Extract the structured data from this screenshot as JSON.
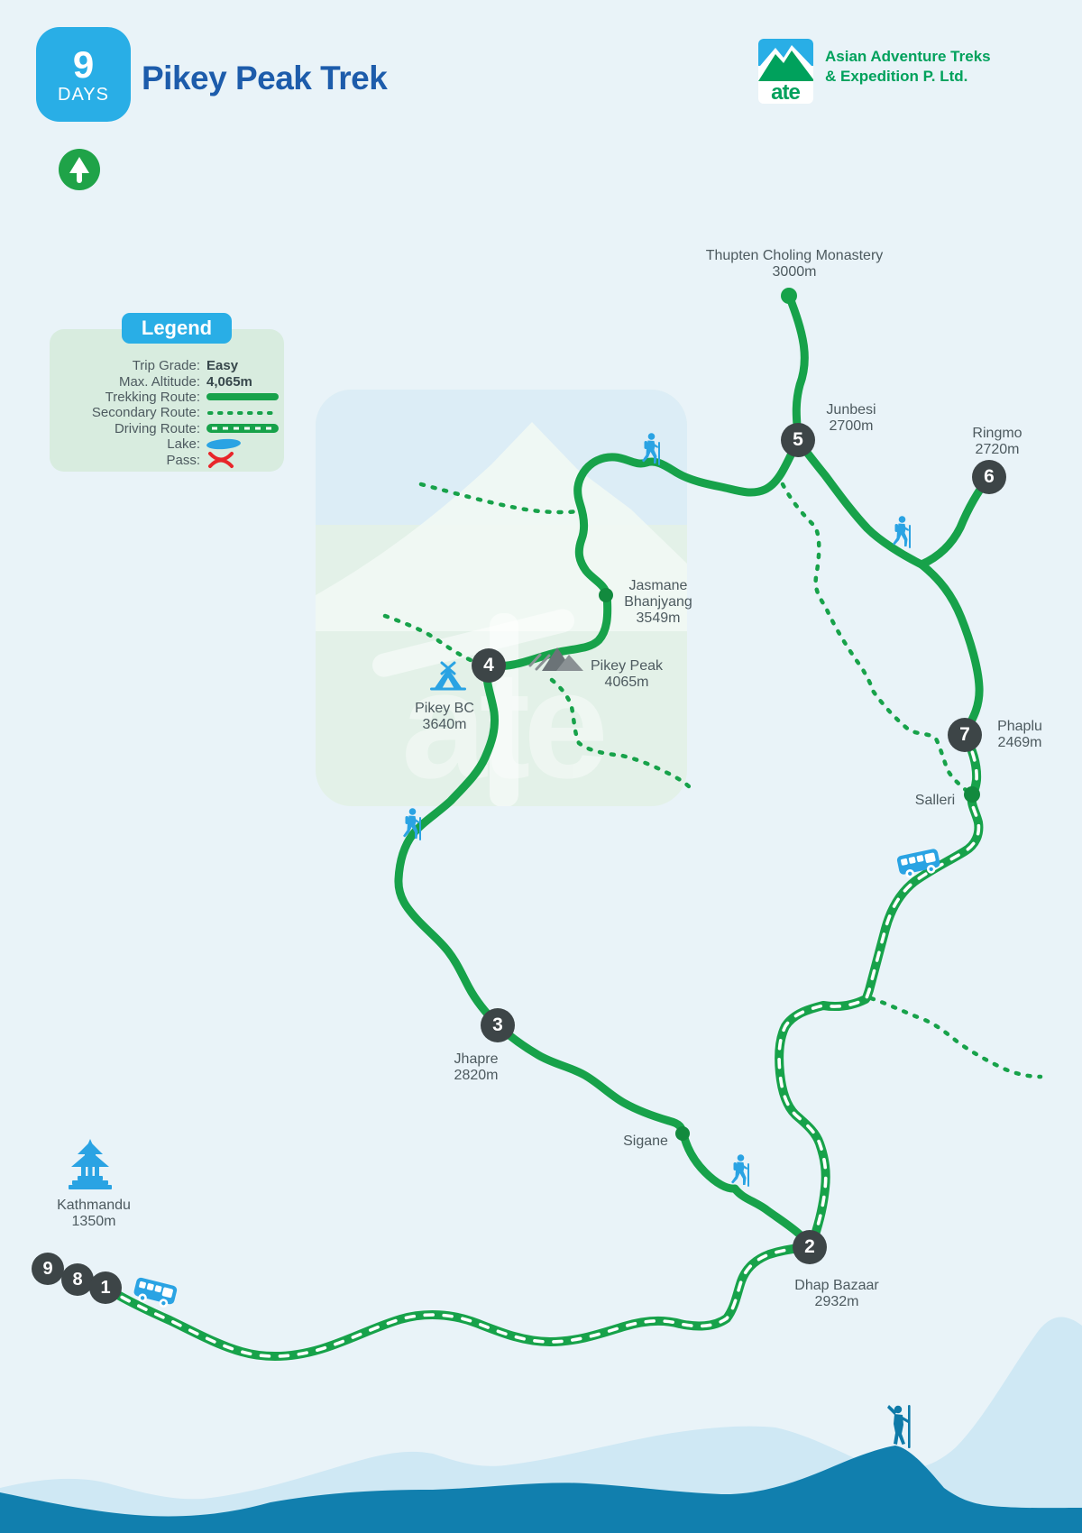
{
  "header": {
    "days_number": "9",
    "days_label": "DAYS",
    "title": "Pikey Peak Trek",
    "company_line1": "Asian Adventure Treks",
    "company_line2": "& Expedition P. Ltd.",
    "logo_monogram": "ate"
  },
  "legend": {
    "title": "Legend",
    "rows": {
      "trip_grade_label": "Trip Grade:",
      "trip_grade_value": "Easy",
      "max_altitude_label": "Max. Altitude:",
      "max_altitude_value": "4,065m",
      "trekking_route_label": "Trekking Route:",
      "secondary_route_label": "Secondary Route:",
      "driving_route_label": "Driving Route:",
      "lake_label": "Lake:",
      "pass_label": "Pass:"
    }
  },
  "map": {
    "watermark_text": "ate",
    "locations": {
      "thupten": {
        "name": "Thupten Choling Monastery",
        "altitude": "3000m"
      },
      "junbesi": {
        "name": "Junbesi",
        "altitude": "2700m"
      },
      "ringmo": {
        "name": "Ringmo",
        "altitude": "2720m"
      },
      "jasmane": {
        "name": "Jasmane Bhanjyang",
        "altitude": "3549m"
      },
      "pikey_peak": {
        "name": "Pikey Peak",
        "altitude": "4065m"
      },
      "pikey_bc": {
        "name": "Pikey BC",
        "altitude": "3640m"
      },
      "phaplu": {
        "name": "Phaplu",
        "altitude": "2469m"
      },
      "salleri": {
        "name": "Salleri",
        "altitude": ""
      },
      "jhapre": {
        "name": "Jhapre",
        "altitude": "2820m"
      },
      "sigane": {
        "name": "Sigane",
        "altitude": ""
      },
      "dhap_bazaar": {
        "name": "Dhap Bazaar",
        "altitude": "2932m"
      },
      "kathmandu": {
        "name": "Kathmandu",
        "altitude": "1350m"
      }
    },
    "waypoints": {
      "w1": "1",
      "w2": "2",
      "w3": "3",
      "w4": "4",
      "w5": "5",
      "w6": "6",
      "w7": "7",
      "w8": "8",
      "w9": "9"
    }
  },
  "colors": {
    "accent_blue": "#29aee6",
    "title_blue": "#1d5cab",
    "brand_green": "#00a15c",
    "route_green": "#17a24a",
    "waypoint_dark": "#3d4547",
    "label_gray": "#4d5a5f",
    "lake_blue": "#2aa3e3",
    "pass_red": "#e8262a",
    "legend_bg": "#d8ecdf",
    "page_bg": "#e9f3f8",
    "mountain_light": "#cfe8f4",
    "mountain_dark": "#117fae"
  }
}
